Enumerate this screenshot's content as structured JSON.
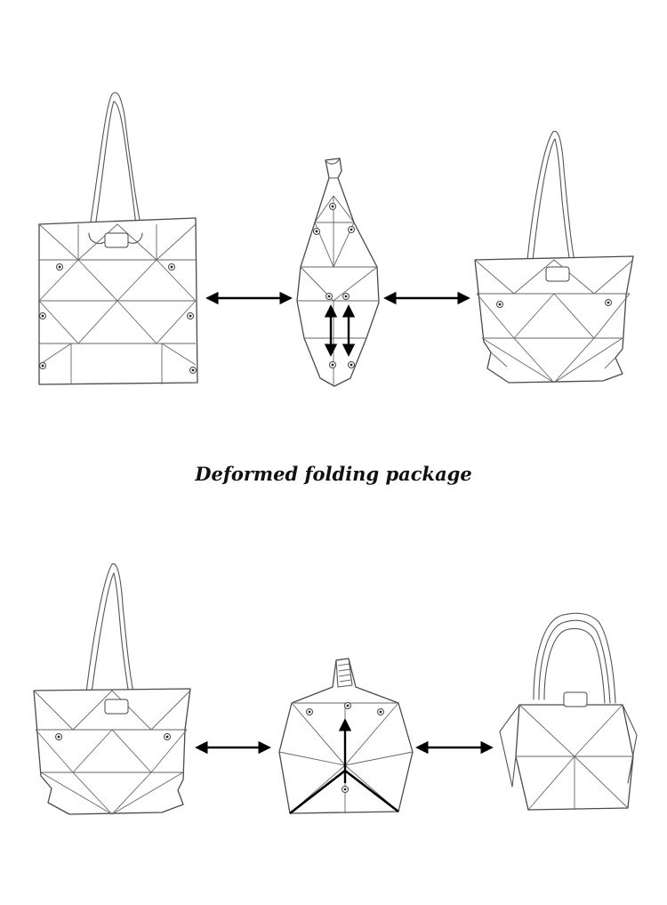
{
  "title": "Deformed folding package",
  "colors": {
    "line": "#555555",
    "arrow": "#000000",
    "background": "#ffffff"
  },
  "figures": {
    "top_row": [
      "square-tote-bag",
      "folded-flat-bag",
      "shoulder-tote-bag"
    ],
    "bottom_row": [
      "shoulder-tote-bag",
      "folded-box-bag",
      "handbag"
    ]
  }
}
